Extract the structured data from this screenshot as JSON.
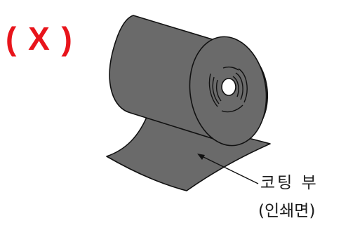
{
  "marker": {
    "text": "( X )",
    "color": "#e8141b"
  },
  "callout": {
    "line1": "코팅 부",
    "line2": "(인쇄면)"
  },
  "colors": {
    "roll_fill": "#6a6a6a",
    "outline": "#111111"
  }
}
